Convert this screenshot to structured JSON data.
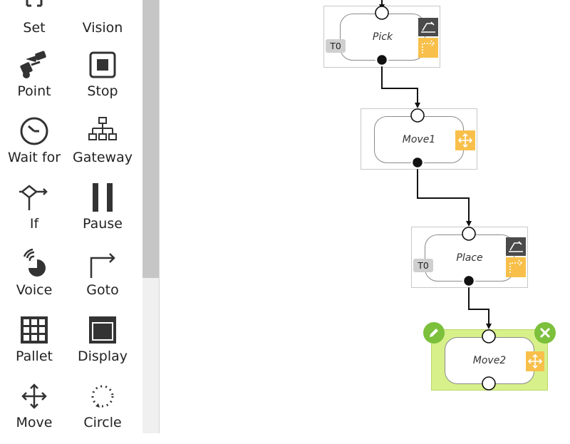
{
  "palette": {
    "items": [
      {
        "label": "Set",
        "icon": "set-icon"
      },
      {
        "label": "Vision",
        "icon": "vision-icon"
      },
      {
        "label": "Point",
        "icon": "point-icon"
      },
      {
        "label": "Stop",
        "icon": "stop-icon"
      },
      {
        "label": "Wait for",
        "icon": "wait-for-icon"
      },
      {
        "label": "Gateway",
        "icon": "gateway-icon"
      },
      {
        "label": "If",
        "icon": "if-icon"
      },
      {
        "label": "Pause",
        "icon": "pause-icon"
      },
      {
        "label": "Voice",
        "icon": "voice-icon"
      },
      {
        "label": "Goto",
        "icon": "goto-icon"
      },
      {
        "label": "Pallet",
        "icon": "pallet-icon"
      },
      {
        "label": "Display",
        "icon": "display-icon"
      },
      {
        "label": "Move",
        "icon": "move-icon"
      },
      {
        "label": "Circle",
        "icon": "circle-icon"
      }
    ]
  },
  "flow": {
    "nodes": [
      {
        "label": "Pick",
        "tag": "T0",
        "selected": false
      },
      {
        "label": "Move1",
        "tag": "",
        "selected": false
      },
      {
        "label": "Place",
        "tag": "T0",
        "selected": false
      },
      {
        "label": "Move2",
        "tag": "",
        "selected": true
      }
    ]
  },
  "colors": {
    "selected_node": "#d7f08a",
    "action_button": "#7cc03c",
    "move_badge": "#f8c04a",
    "gripper_badge": "#4a4a4a"
  }
}
